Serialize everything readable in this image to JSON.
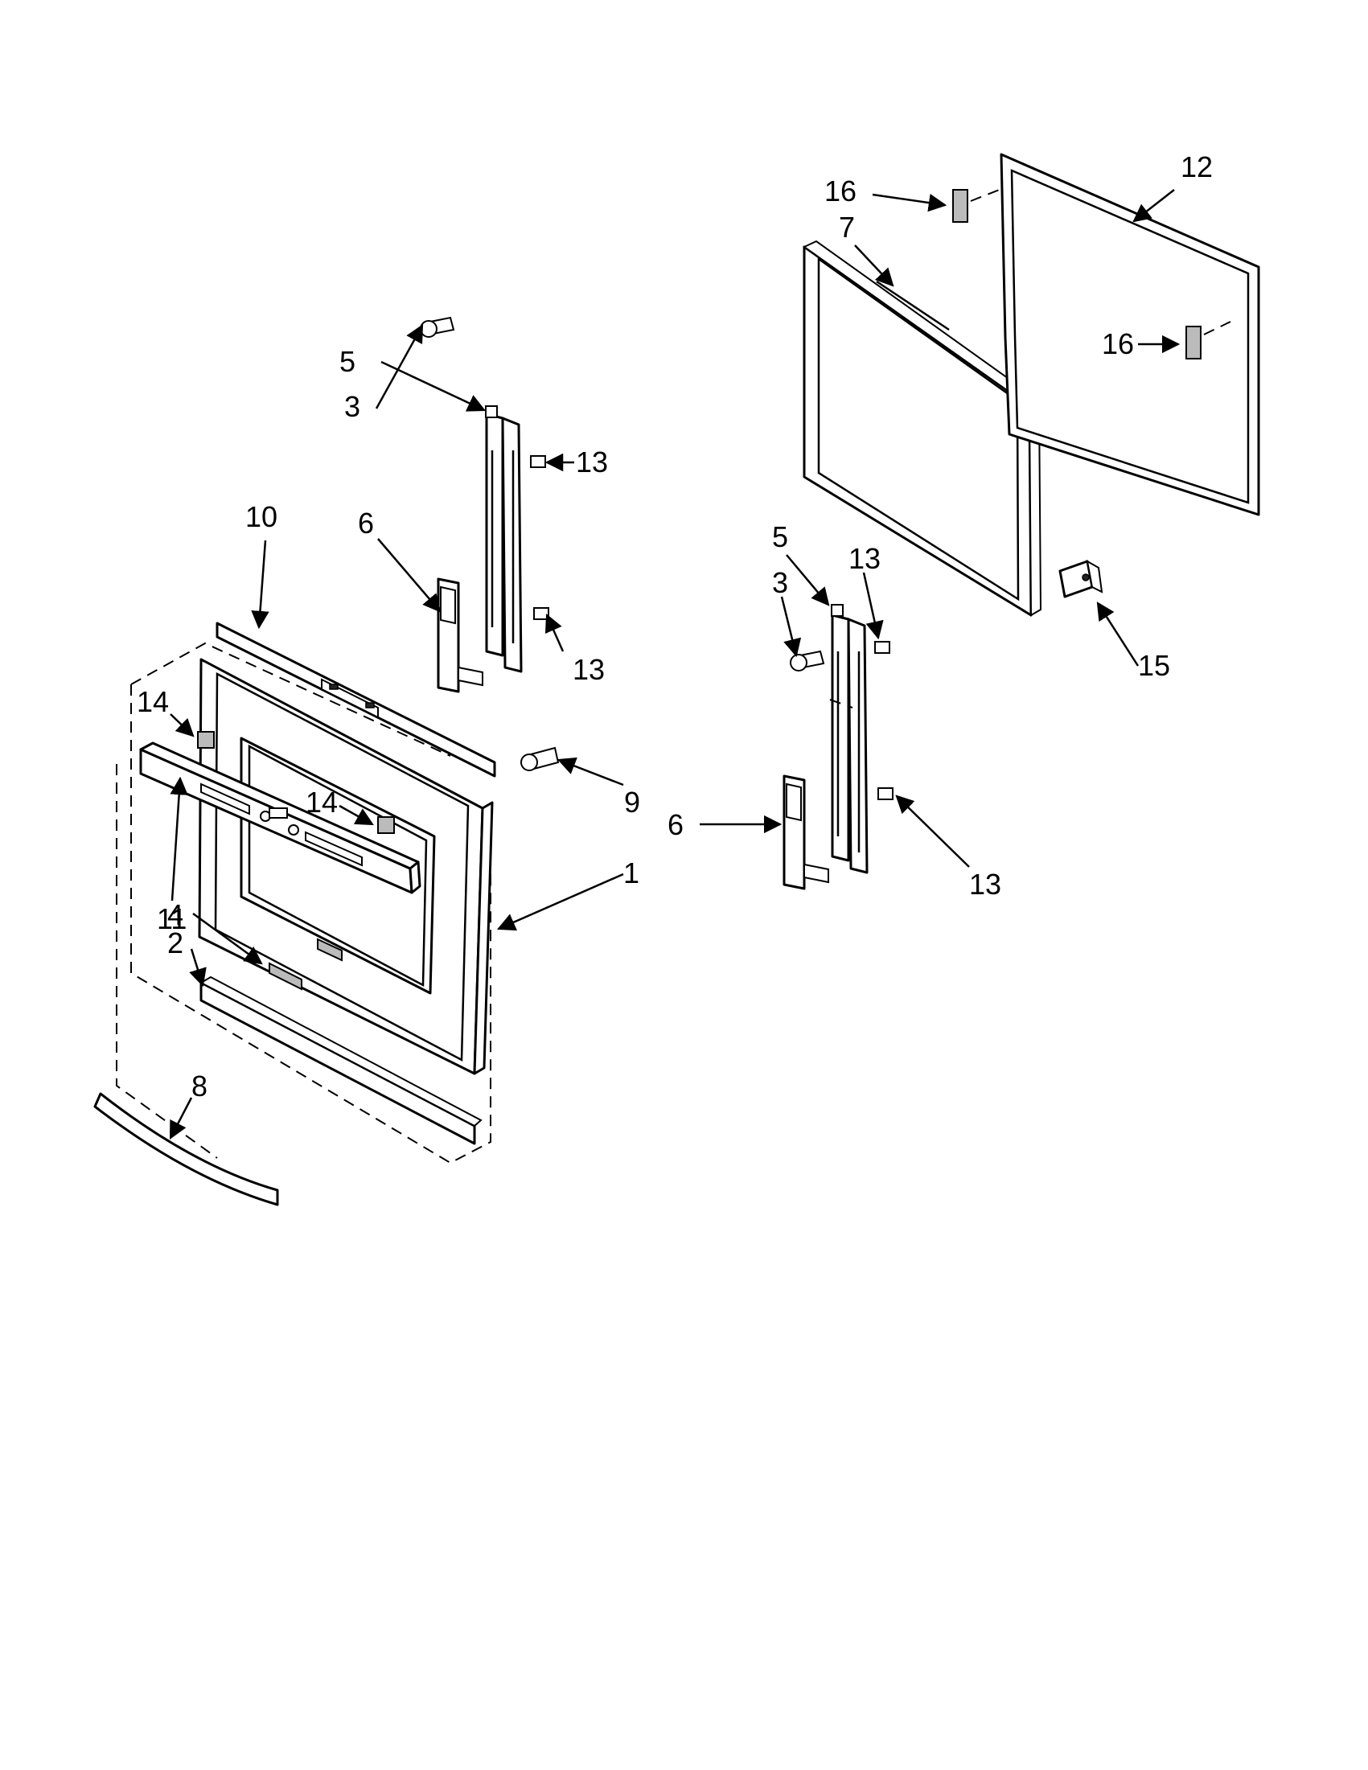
{
  "callouts": {
    "part_1": "1",
    "part_2": "2",
    "part_3_a": "3",
    "part_3_b": "3",
    "part_4": "4",
    "part_5_a": "5",
    "part_5_b": "5",
    "part_6_a": "6",
    "part_6_b": "6",
    "part_7": "7",
    "part_8": "8",
    "part_9": "9",
    "part_10": "10",
    "part_11": "11",
    "part_12": "12",
    "part_13_a": "13",
    "part_13_b": "13",
    "part_13_c": "13",
    "part_13_d": "13",
    "part_14_a": "14",
    "part_14_b": "14",
    "part_15": "15",
    "part_16_a": "16",
    "part_16_b": "16"
  }
}
